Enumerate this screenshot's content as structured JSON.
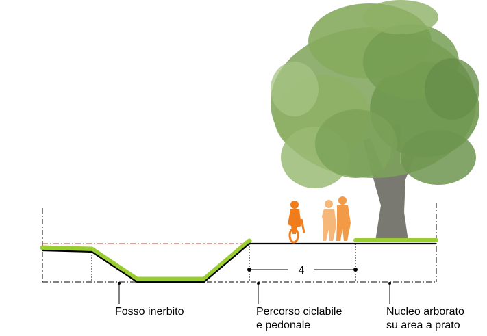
{
  "labels": {
    "fosso": "Fosso inerbito",
    "percorso_line1": "Percorso ciclabile",
    "percorso_line2": "e pedonale",
    "nucleo_line1": "Nucleo arborato",
    "nucleo_line2": "su area a prato"
  },
  "dimension": {
    "value": "4"
  },
  "colors": {
    "grass": "#9acd32",
    "ground_line": "#000000",
    "reference_line": "#d9342b",
    "figures": "#f07d1a",
    "figures_light": "#f6b77a",
    "tree_foliage": "#7ea35a",
    "tree_trunk": "#6e6e66"
  }
}
